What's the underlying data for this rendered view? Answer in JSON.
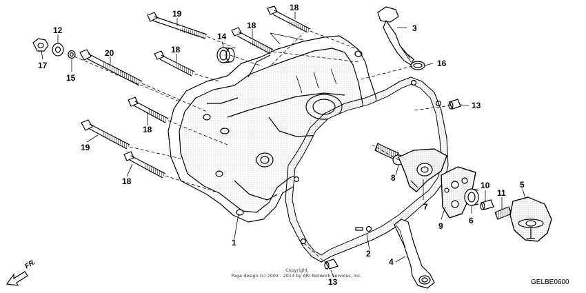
{
  "diagram": {
    "code": "GELBE0600",
    "copyright_line1": "Copyright",
    "copyright_line2": "Page design (c) 2004 - 2014 by ARI Network Services, Inc.",
    "front_indicator": "FR.",
    "line_color": "#000000",
    "background_color": "#ffffff",
    "shading_color": "#9a9a9a"
  },
  "callouts": {
    "c1": "1",
    "c2": "2",
    "c3": "3",
    "c4": "4",
    "c5": "5",
    "c6": "6",
    "c7": "7",
    "c8": "8",
    "c9": "9",
    "c10": "10",
    "c11": "11",
    "c12": "12",
    "c13a": "13",
    "c13b": "13",
    "c14": "14",
    "c15": "15",
    "c16": "16",
    "c17": "17",
    "c18a": "18",
    "c18b": "18",
    "c18c": "18",
    "c18d": "18",
    "c18e": "18",
    "c19a": "19",
    "c19b": "19",
    "c20": "20"
  }
}
